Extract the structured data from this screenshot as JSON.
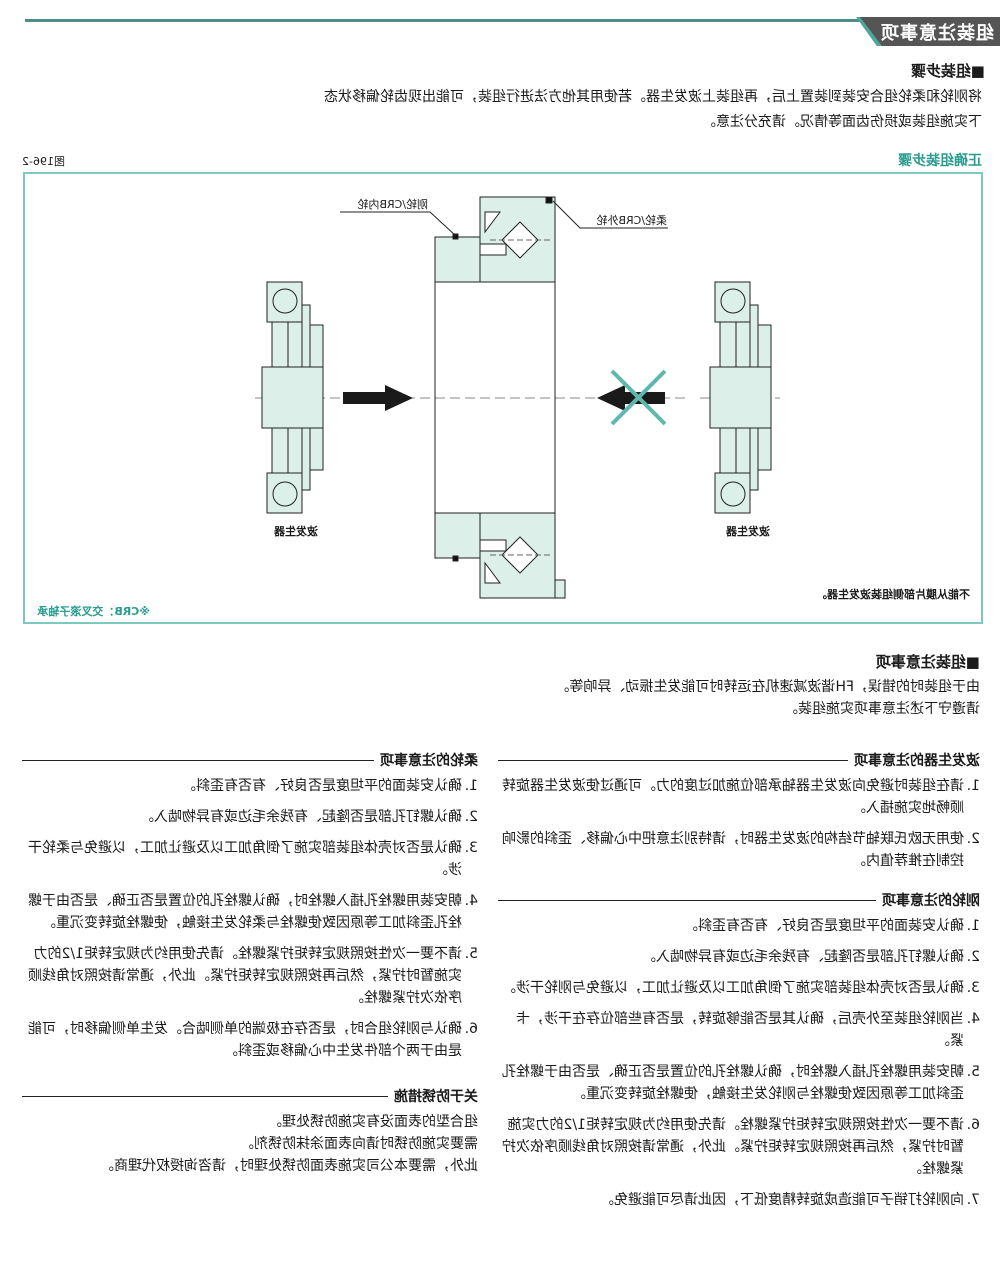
{
  "header": {
    "title": "组装注意事项"
  },
  "steps": {
    "heading": "■组装步骤",
    "lines": [
      "将刚轮和柔轮组合安装到装置上后，再组装上波发生器。若使用其他方法进行组装，可能出现齿轮偏移状态",
      "下实施组装或损伤齿面等情况。请充分注意。"
    ]
  },
  "figure": {
    "subtitle": "正确组装步骤",
    "number": "图196-2",
    "label_rigid": "刚轮/CRB内轮",
    "label_flex": "柔轮/CRB外轮",
    "label_wg_left": "波发生器",
    "label_wg_right": "波发生器",
    "warning": "不能从膜片部侧组装波发生器。",
    "note": "※CRB：交叉滚子轴承"
  },
  "notes": {
    "heading": "■组装注意事项",
    "lines": [
      "由于组装时的错误，FH谐波减速机在运转时可能发生振动、异响等。",
      "请遵守下述注意事项实施组装。"
    ]
  },
  "wave_generator": {
    "heading": "波发生器的注意事项",
    "items": [
      {
        "n": "1.",
        "t": "请在组装时避免向波发生器轴承部位施加过度的力。可通过使波发生器旋转顺畅地实施插入。"
      },
      {
        "n": "2.",
        "t": "使用无欧氏联轴节结构的波发生器时，请特别注意把中心偏移、歪斜的影响控制在推荐值内。"
      }
    ]
  },
  "circular_spline": {
    "heading": "刚轮的注意事项",
    "items": [
      {
        "n": "1.",
        "t": "确认安装面的平坦度是否良好、有否有歪斜。"
      },
      {
        "n": "2.",
        "t": "确认螺钉孔部是否隆起、有残余毛边或有异物啮入。"
      },
      {
        "n": "3.",
        "t": "确认是否对壳体组装部实施了倒角加工以及避让加工，以避免与刚轮干涉。"
      },
      {
        "n": "4.",
        "t": "当刚轮组装至外壳后，确认其是否能够旋转，是否有些部位存在干涉，卡紧。"
      },
      {
        "n": "5.",
        "t": "朝安装用螺栓孔插入螺栓时，确认螺栓孔的位置是否正确、是否由于螺栓孔歪斜加工等原因致使螺栓与刚轮发生接触，使螺栓旋转变沉重。"
      },
      {
        "n": "6.",
        "t": "请不要一次性按照规定转矩拧紧螺栓。请先使用约为规定转矩1/2的力实施暂时拧紧，然后再按照规定转矩拧紧。此外，通常请按照对角线顺序依次拧紧螺栓。"
      },
      {
        "n": "7.",
        "t": "向刚轮打销子可能造成旋转精度低下，因此请尽可能避免。"
      }
    ]
  },
  "flexspline": {
    "heading": "柔轮的注意事项",
    "items": [
      {
        "n": "1.",
        "t": "确认安装面的平坦度是否良好、有否有歪斜。"
      },
      {
        "n": "2.",
        "t": "确认螺钉孔部是否隆起、有残余毛边或有异物啮入。"
      },
      {
        "n": "3.",
        "t": "确认是否对壳体组装部实施了倒角加工以及避让加工，以避免与柔轮干涉。"
      },
      {
        "n": "4.",
        "t": "朝安装用螺栓孔插入螺栓时，确认螺栓孔的位置是否正确、是否由于螺栓孔歪斜加工等原因致使螺栓与柔轮发生接触，使螺栓旋转变沉重。"
      },
      {
        "n": "5.",
        "t": "请不要一次性按照规定转矩拧紧螺栓。请先使用约为规定转矩1/2的力实施暂时拧紧，然后再按照规定转矩拧紧。此外，通常请按照对角线顺序依次拧紧螺栓。"
      },
      {
        "n": "6.",
        "t": "确认与刚轮组合时，是否存在极端的单侧啮合。发生单侧偏移时，可能是由于两个部件发生中心偏移或歪斜。"
      }
    ]
  },
  "rust": {
    "heading": "关于防锈措施",
    "lines": [
      "组合型的表面没有实施防锈处理。",
      "需要实施防锈时请向表面涂抹防锈剂。",
      "此外，需要本公司实施表面防锈处理时，请咨询授权代理商。"
    ]
  },
  "colors": {
    "accent": "#2a9d8f",
    "border": "#7cc9bd",
    "part_fill": "#dcefe9"
  }
}
